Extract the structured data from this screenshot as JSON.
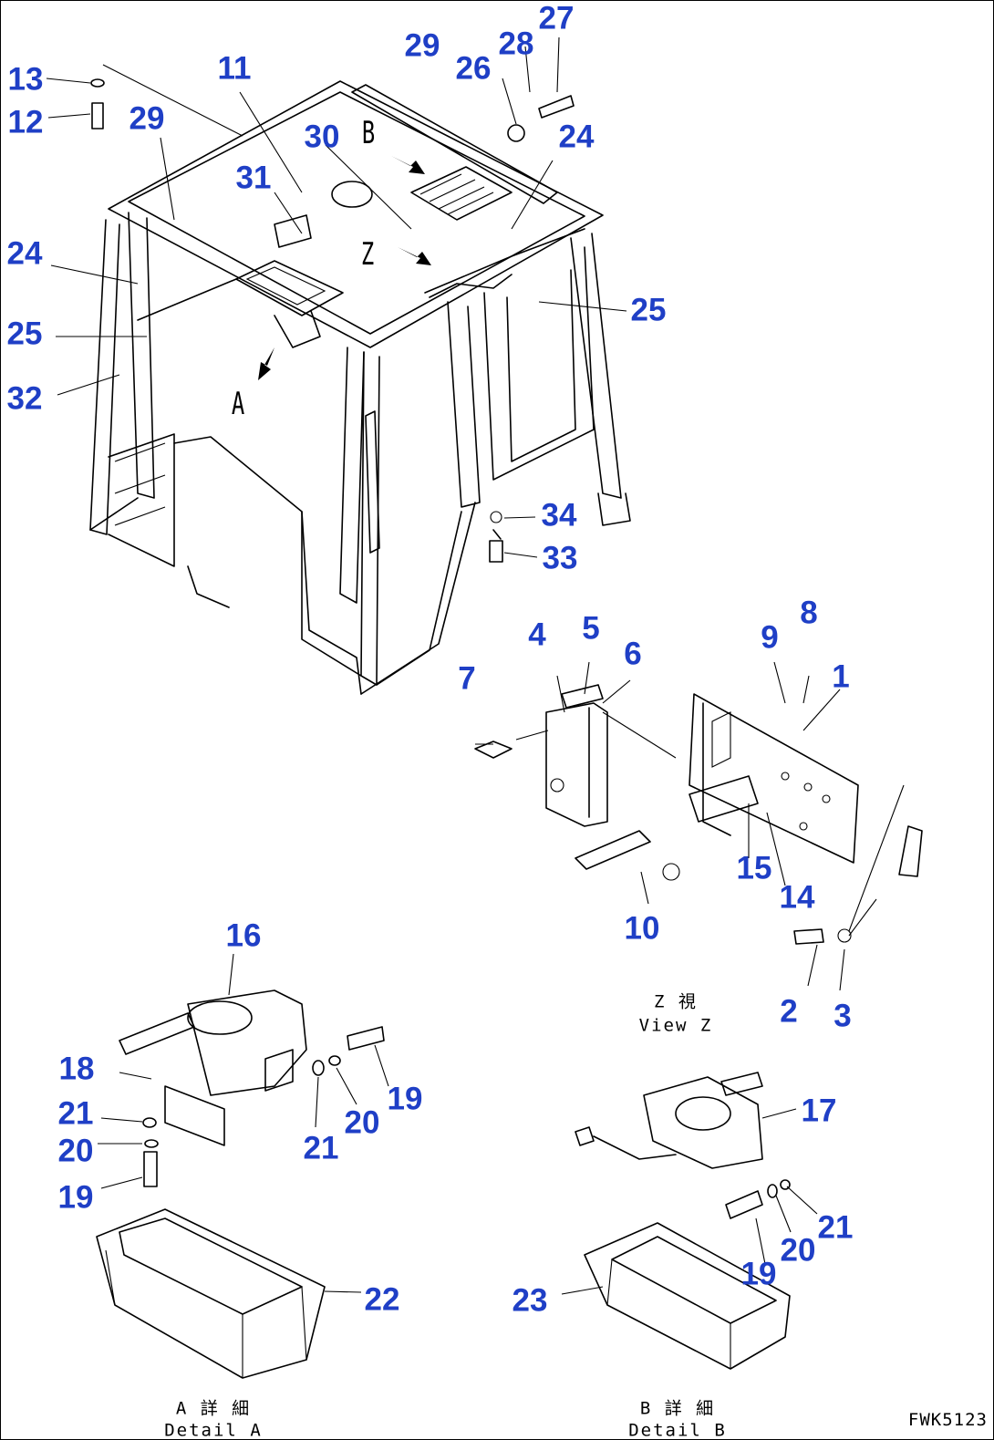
{
  "diagram_code": "FWK5123",
  "view_letters": {
    "a": "A",
    "b": "B",
    "z": "Z"
  },
  "captions": {
    "view_z_jp": "Z 視",
    "view_z_en": "View Z",
    "detail_a_jp": "A 詳 細",
    "detail_a_en": "Detail A",
    "detail_b_jp": "B 詳 細",
    "detail_b_en": "Detail B"
  },
  "callout_color": "#1f3fc6",
  "callouts": {
    "c13": "13",
    "c12": "12",
    "c11": "11",
    "c29a": "29",
    "c29b": "29",
    "c26": "26",
    "c28": "28",
    "c27": "27",
    "c30": "30",
    "c24a": "24",
    "c31": "31",
    "c24b": "24",
    "c25a": "25",
    "c25b": "25",
    "c32": "32",
    "c34": "34",
    "c33": "33",
    "c4": "4",
    "c5": "5",
    "c6": "6",
    "c7": "7",
    "c8": "8",
    "c9": "9",
    "c1": "1",
    "c15": "15",
    "c14": "14",
    "c10": "10",
    "c2": "2",
    "c3": "3",
    "c16": "16",
    "c18": "18",
    "c21a": "21",
    "c20a": "20",
    "c19a": "19",
    "c19b": "19",
    "c20b": "20",
    "c21b": "21",
    "c22": "22",
    "c17": "17",
    "c21c": "21",
    "c20c": "20",
    "c19c": "19",
    "c23": "23"
  }
}
